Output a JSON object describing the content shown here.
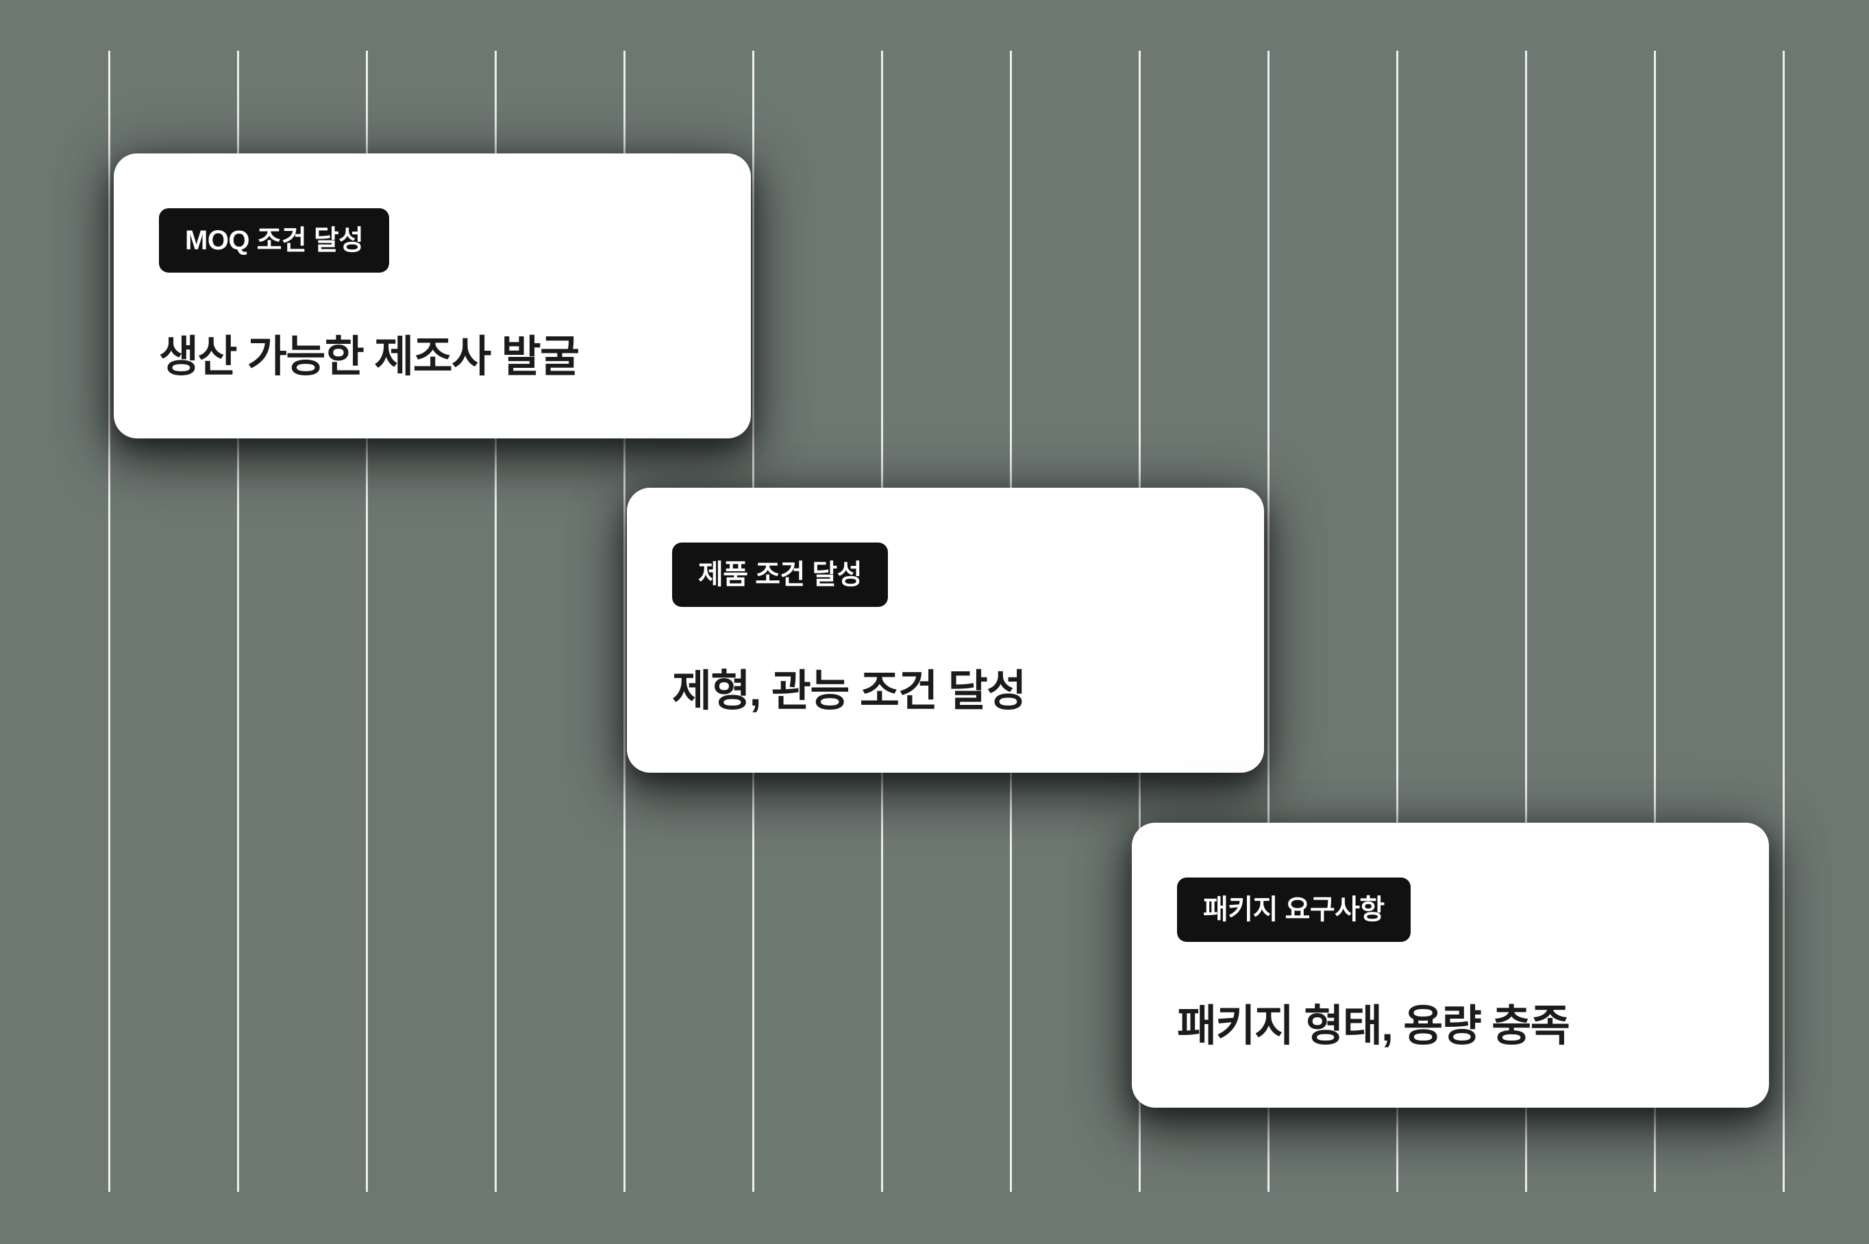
{
  "colors": {
    "background": "#6e7873",
    "line": "#ffffff",
    "card_bg": "#ffffff",
    "badge_bg": "#111111",
    "badge_text": "#ffffff",
    "title_text": "#1b1b1b"
  },
  "cards": [
    {
      "badge": "MOQ 조건 달성",
      "title": "생산 가능한 제조사 발굴"
    },
    {
      "badge": "제품 조건 달성",
      "title": "제형, 관능 조건 달성"
    },
    {
      "badge": "패키지 요구사항",
      "title": "패키지 형태, 용량 충족"
    }
  ]
}
